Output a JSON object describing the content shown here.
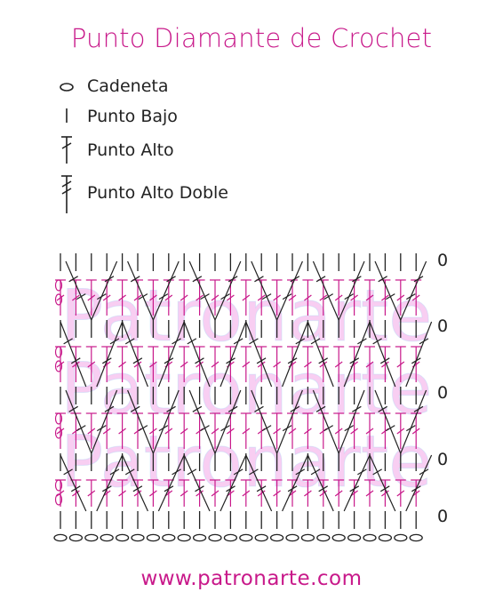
{
  "title": "Punto Diamante de Crochet",
  "legend": [
    {
      "symbol": "chain",
      "label": "Cadeneta"
    },
    {
      "symbol": "single-crochet",
      "label": "Punto Bajo"
    },
    {
      "symbol": "double-crochet",
      "label": "Punto Alto"
    },
    {
      "symbol": "treble-crochet",
      "label": "Punto Alto Doble"
    }
  ],
  "diagram": {
    "row_end_marker": "0",
    "watermark": "Patronarte",
    "colors": {
      "primary": "#c8198a",
      "line": "#222222",
      "watermark_pink": "#f2a6e8",
      "watermark_blue": "#a9d4f7"
    }
  },
  "footer": "www.patronarte.com"
}
